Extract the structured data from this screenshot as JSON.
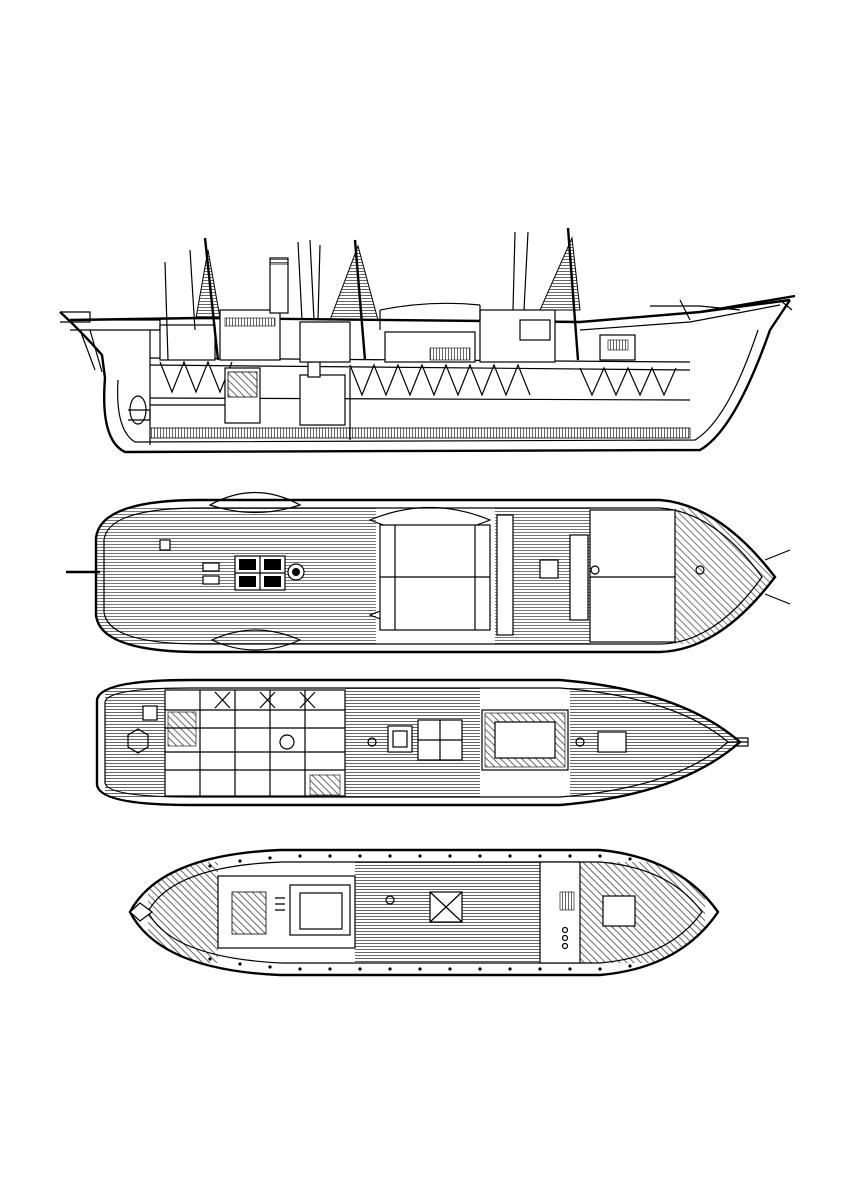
{
  "drawing": {
    "views": [
      {
        "id": "profile",
        "icon": "ship-side-profile-icon"
      },
      {
        "id": "upper-deck-plan",
        "icon": "ship-upper-deck-plan-icon"
      },
      {
        "id": "main-deck-plan",
        "icon": "ship-main-deck-plan-icon"
      },
      {
        "id": "lower-deck-plan",
        "icon": "ship-lower-deck-plan-icon"
      }
    ],
    "line_color": "#000000",
    "background_color": "#ffffff"
  }
}
